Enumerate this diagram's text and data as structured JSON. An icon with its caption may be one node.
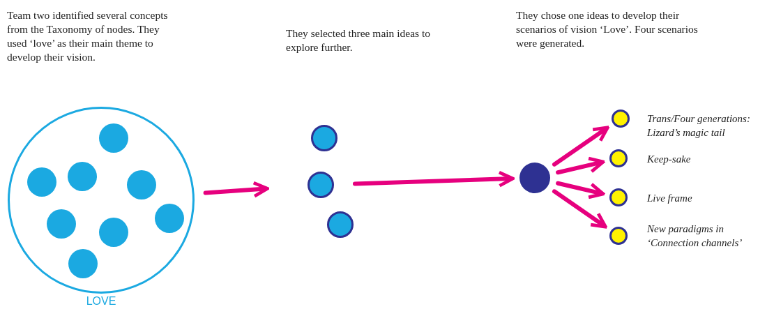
{
  "diagram": {
    "nodes": [
      {
        "text": [],
        "shape": "circle",
        "beside": [
          "LOVE"
        ]
      },
      {
        "text": [],
        "shape": "circle",
        "in": 0
      },
      {
        "text": [],
        "shape": "circle",
        "in": 0
      },
      {
        "text": [],
        "shape": "circle",
        "in": 0
      },
      {
        "text": [],
        "shape": "circle",
        "in": 0
      },
      {
        "text": [],
        "shape": "circle",
        "in": 0
      },
      {
        "text": [],
        "shape": "circle",
        "in": 0
      },
      {
        "text": [],
        "shape": "circle",
        "in": 0
      },
      {
        "text": [],
        "shape": "circle",
        "in": 0
      },
      {
        "text": [],
        "shape": "circle"
      },
      {
        "text": [],
        "shape": "circle"
      },
      {
        "text": [],
        "shape": "circle"
      },
      {
        "text": [],
        "shape": "circle"
      },
      {
        "text": [],
        "shape": "circle",
        "beside": [
          "Trans/Four generations: Lizard’s magic tail"
        ]
      },
      {
        "text": [],
        "shape": "circle",
        "beside": [
          "Keep-sake"
        ]
      },
      {
        "text": [],
        "shape": "circle",
        "beside": [
          "Live frame"
        ]
      },
      {
        "text": [],
        "shape": "circle",
        "beside": [
          "New paradigms in ‘Connection channels’"
        ]
      }
    ],
    "edges": [
      {
        "from": 0,
        "to": 10,
        "arrow": "to"
      },
      {
        "from": 10,
        "to": 12,
        "arrow": "to"
      },
      {
        "from": 12,
        "to": 13,
        "arrow": "to"
      },
      {
        "from": 12,
        "to": 14,
        "arrow": "to"
      },
      {
        "from": 12,
        "to": 15,
        "arrow": "to"
      },
      {
        "from": 12,
        "to": 16,
        "arrow": "to"
      }
    ],
    "labels": [
      "Team two identified several concepts from the Taxonomy of nodes. They used ‘love’ as their main theme to develop their vision.",
      "They selected three main ideas to explore further.",
      "They chose one ideas to develop their scenarios of vision ‘Love’. Four scenarios were generated."
    ]
  }
}
